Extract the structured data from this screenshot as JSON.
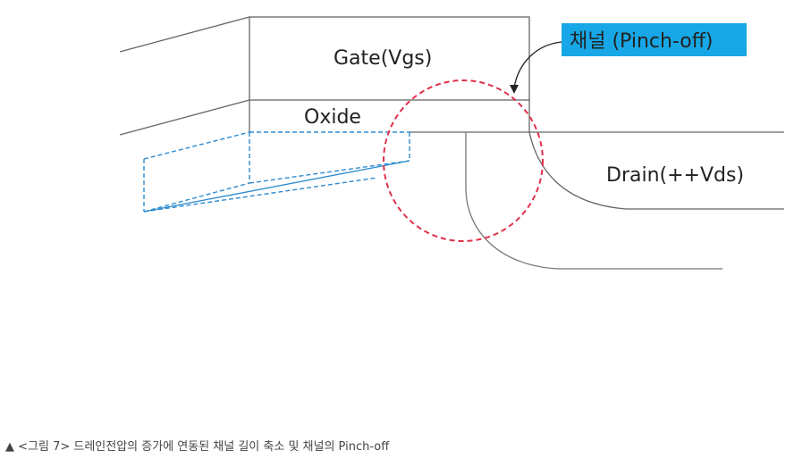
{
  "diagram": {
    "gate_label": "Gate(Vgs)",
    "oxide_label": "Oxide",
    "drain_label": "Drain(++Vds)",
    "callout_label": "채널 (Pinch-off)",
    "colors": {
      "line": "#666666",
      "channel": "#2e8bd0",
      "highlight_circle": "#e0304a",
      "callout_bg": "#17a7e6",
      "callout_text": "#111111"
    }
  },
  "caption": {
    "marker": "▲",
    "text": "<그림 7> 드레인전압의 증가에 연동된 채널 길이 축소 및 채널의 Pinch-off"
  }
}
